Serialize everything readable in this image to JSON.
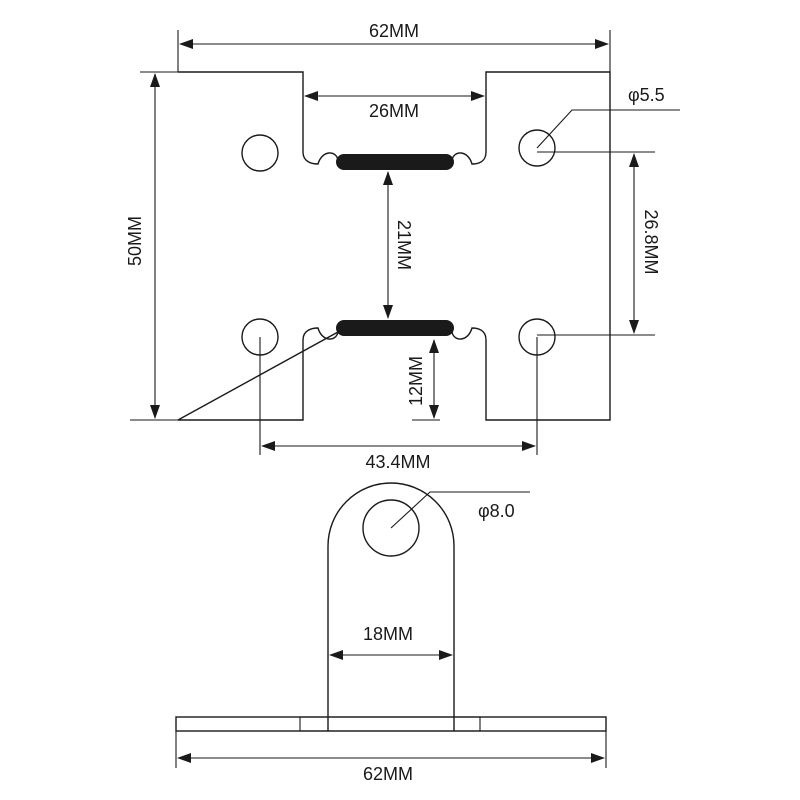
{
  "drawing": {
    "dimensions": {
      "top_width": "62MM",
      "slot_width": "26MM",
      "hole_diameter": "φ5.5",
      "overall_height": "50MM",
      "bar_spacing": "21MM",
      "hole_spacing_vertical": "26.8MM",
      "slot_depth": "12MM",
      "hole_spacing_horizontal": "43.4MM",
      "loop_hole_diameter": "φ8.0",
      "loop_width": "18MM",
      "bottom_width": "62MM"
    }
  },
  "colors": {
    "line": "#1a1a1a",
    "background": "#ffffff"
  }
}
